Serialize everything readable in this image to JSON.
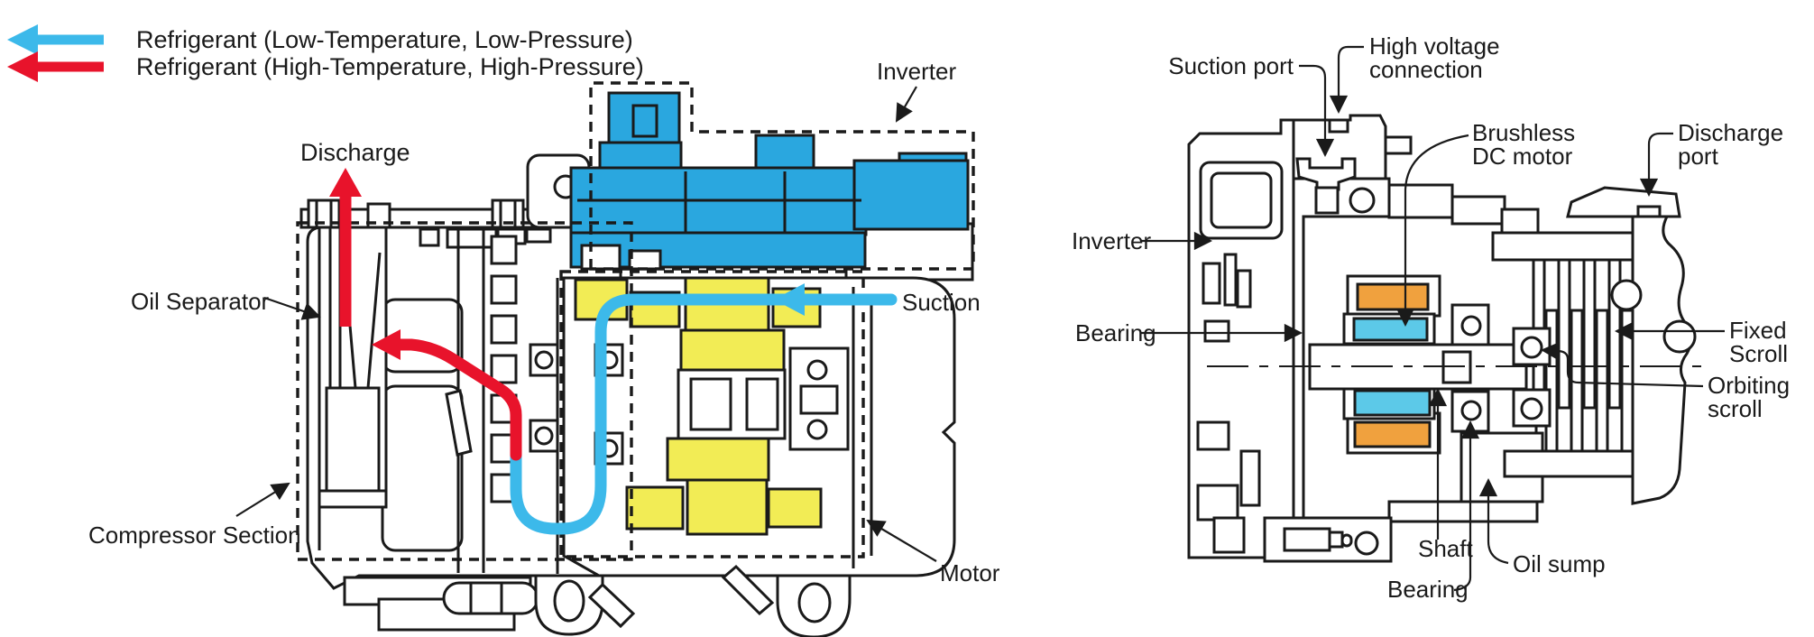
{
  "colors": {
    "line": "#1a1a1a",
    "inverter_blue": "#2AA7DF",
    "pipe_blue": "#3CB9EA",
    "refrigerant_red": "#E8132B",
    "winding_yellow": "#F2EC55",
    "coil_orange": "#F0A13E",
    "magnet_cyan": "#5CC9E8"
  },
  "legend": {
    "items": [
      {
        "label": "Refrigerant (Low-Temperature, Low-Pressure)"
      },
      {
        "label": "Refrigerant (High-Temperature, High-Pressure)"
      }
    ]
  },
  "left_diagram": {
    "labels": {
      "discharge": "Discharge",
      "oil_separator": "Oil Separator",
      "compressor_section": "Compressor Section",
      "inverter": "Inverter",
      "suction": "Suction",
      "motor": "Motor"
    }
  },
  "right_diagram": {
    "labels": {
      "suction_port": "Suction port",
      "high_voltage": {
        "line1": "High voltage",
        "line2": "connection"
      },
      "brushless": {
        "line1": "Brushless",
        "line2": "DC motor"
      },
      "discharge_port": {
        "line1": "Discharge",
        "line2": "port"
      },
      "inverter": "Inverter",
      "bearing_left": "Bearing",
      "fixed_scroll": {
        "line1": "Fixed",
        "line2": "Scroll"
      },
      "orbiting_scroll": {
        "line1": "Orbiting",
        "line2": "scroll"
      },
      "shaft": "Shaft",
      "oil_sump": "Oil sump",
      "bearing_bottom": "Bearing"
    }
  }
}
